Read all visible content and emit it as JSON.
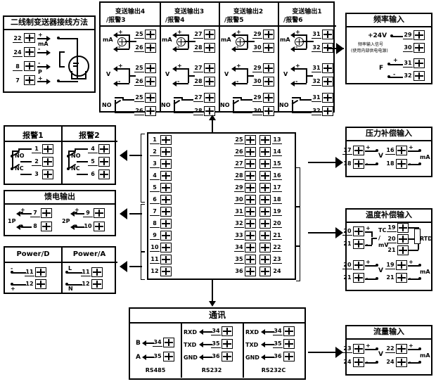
{
  "diagram": {
    "title": "instrument-terminal-wiring-diagram"
  },
  "two_wire": {
    "title": "二线制变送器接线方法",
    "terminals": [
      "22",
      "24",
      "8",
      "7"
    ],
    "signs": [
      "+",
      "-",
      "-",
      "+"
    ],
    "labels": {
      "mA": "mA",
      "P": "P"
    }
  },
  "transmitter_blocks": [
    {
      "title_line1": "变送输出4",
      "title_line2": "/报警3",
      "ma": [
        "25",
        "26"
      ],
      "v": [
        "25",
        "26"
      ],
      "no": [
        "25",
        "26"
      ],
      "ma_label": "mA",
      "v_label": "V",
      "no_label": "NO"
    },
    {
      "title_line1": "变送输出3",
      "title_line2": "/报警4",
      "ma": [
        "27",
        "28"
      ],
      "v": [
        "27",
        "28"
      ],
      "no": [
        "27",
        "28"
      ],
      "ma_label": "mA",
      "v_label": "V",
      "no_label": "NO"
    },
    {
      "title_line1": "变送输出2",
      "title_line2": "/报警5",
      "ma": [
        "29",
        "30"
      ],
      "v": [
        "29",
        "30"
      ],
      "no": [
        "29",
        "30"
      ],
      "ma_label": "mA",
      "v_label": "V",
      "no_label": "NO"
    },
    {
      "title_line1": "变送输出1",
      "title_line2": "/报警6",
      "ma": [
        "31",
        "32"
      ],
      "v": [
        "31",
        "32"
      ],
      "no": [
        "31",
        "32"
      ],
      "ma_label": "mA",
      "v_label": "V",
      "no_label": "NO"
    }
  ],
  "frequency_input": {
    "title": "频率输入",
    "supply_label": "+24V",
    "note_line1": "频率输入信号",
    "note_line2": "(使用内部供电电源)",
    "f_label": "F",
    "terminals": [
      "29",
      "30",
      "31",
      "32"
    ],
    "signs": [
      "",
      "",
      "+",
      "-"
    ]
  },
  "alarm1": {
    "title": "报警1",
    "terminals": [
      "1",
      "2",
      "3"
    ],
    "no_label": "NO",
    "nc_label": "NC"
  },
  "alarm2": {
    "title": "报警2",
    "terminals": [
      "4",
      "5",
      "6"
    ],
    "no_label": "NO",
    "nc_label": "NC"
  },
  "feed_output": {
    "title": "馈电输出",
    "group1_label": "1P",
    "group1_terminals": [
      "7",
      "8"
    ],
    "group2_label": "2P",
    "group2_terminals": [
      "9",
      "10"
    ],
    "signs": [
      "+",
      "-"
    ]
  },
  "power": {
    "dc_title": "Power/D",
    "dc_terminals": [
      "11",
      "12"
    ],
    "dc_signs": [
      "-",
      "+"
    ],
    "ac_title": "Power/A",
    "ac_terminals": [
      "11",
      "12"
    ],
    "ac_signs": [
      "L",
      "N"
    ]
  },
  "main_terminal_block": {
    "col_left": [
      "1",
      "2",
      "3",
      "4",
      "5",
      "6",
      "7",
      "8",
      "9",
      "10",
      "11",
      "12"
    ],
    "col_mid": [
      "25",
      "26",
      "27",
      "28",
      "29",
      "30",
      "31",
      "32",
      "33",
      "34",
      "35",
      "36"
    ],
    "col_right": [
      "13",
      "14",
      "15",
      "16",
      "17",
      "18",
      "19",
      "20",
      "21",
      "22",
      "23",
      "24"
    ]
  },
  "pressure_input": {
    "title": "压力补偿输入",
    "v_label": "V",
    "v_terminals": [
      "17",
      "18"
    ],
    "ma_label": "mA",
    "ma_terminals": [
      "16",
      "18"
    ],
    "signs": [
      "+",
      "-"
    ]
  },
  "temperature_input": {
    "title": "温度补偿输入",
    "tc_label_line1": "TC",
    "tc_label_line2": "/",
    "tc_label_line3": "mV",
    "tc_terminals": [
      "20",
      "21"
    ],
    "rtd_label": "RTD",
    "rtd_terminals": [
      "19",
      "20",
      "21"
    ],
    "v_label": "V",
    "v_terminals": [
      "20",
      "21"
    ],
    "ma_label": "mA",
    "ma_terminals": [
      "19",
      "21"
    ],
    "signs": [
      "+",
      "-"
    ]
  },
  "flow_input": {
    "title": "流量输入",
    "v_label": "V",
    "v_terminals": [
      "23",
      "24"
    ],
    "ma_label": "mA",
    "ma_terminals": [
      "22",
      "24"
    ],
    "signs": [
      "+",
      "-"
    ]
  },
  "communication": {
    "title": "通讯",
    "rs485": {
      "name": "RS485",
      "lines": [
        "B",
        "A"
      ],
      "terminals": [
        "34",
        "35"
      ]
    },
    "rs232": {
      "name": "RS232",
      "lines": [
        "RXD",
        "TXD",
        "GND"
      ],
      "terminals": [
        "34",
        "35",
        "36"
      ]
    },
    "rs232c": {
      "name": "RS232C",
      "lines": [
        "RXD",
        "TXD",
        "GND"
      ],
      "terminals": [
        "34",
        "35",
        "36"
      ]
    }
  }
}
